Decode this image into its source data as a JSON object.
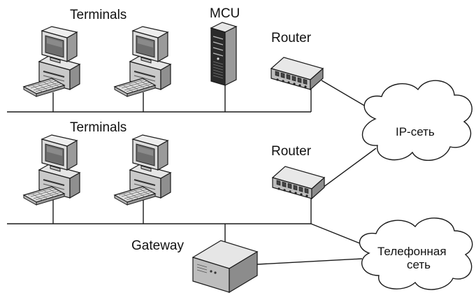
{
  "labels": {
    "terminals_top": "Terminals",
    "mcu": "MCU",
    "router_top": "Router",
    "terminals_bottom": "Terminals",
    "router_bottom": "Router",
    "gateway": "Gateway",
    "ip_network": "IP-сеть",
    "phone_network_line1": "Телефонная",
    "phone_network_line2": "сеть"
  },
  "icons": {
    "terminal": "desktop-computer-icon",
    "mcu": "server-tower-icon",
    "router": "router-icon",
    "gateway": "gateway-box-icon",
    "network": "cloud-icon"
  },
  "colors": {
    "line": "#1a1a1a",
    "device_light": "#d9d9d9",
    "device_mid": "#a8a8a8",
    "device_dark": "#333333",
    "screen": "#6e6e6e"
  }
}
